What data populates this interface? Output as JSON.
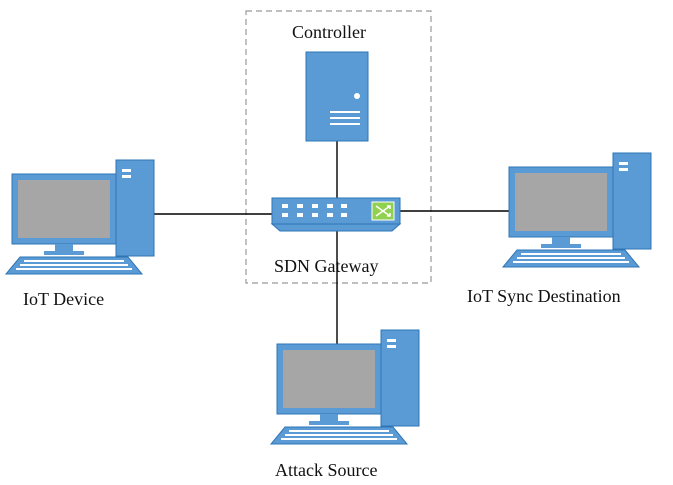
{
  "diagram": {
    "nodes": {
      "controller": {
        "label": "Controller",
        "icon": "server-icon"
      },
      "gateway": {
        "label": "SDN Gateway",
        "icon": "network-switch-icon"
      },
      "iot_device": {
        "label": "IoT Device",
        "icon": "desktop-computer-icon"
      },
      "sync_destination": {
        "label": "IoT Sync Destination",
        "icon": "desktop-computer-icon"
      },
      "attack_source": {
        "label": "Attack Source",
        "icon": "desktop-computer-icon"
      }
    },
    "colors": {
      "device_blue": "#5b9bd5",
      "device_outline": "#2e75b6",
      "screen_gray": "#a6a6a6",
      "switch_accent": "#92d050",
      "link_line": "#000000",
      "boundary": "#999999"
    }
  }
}
